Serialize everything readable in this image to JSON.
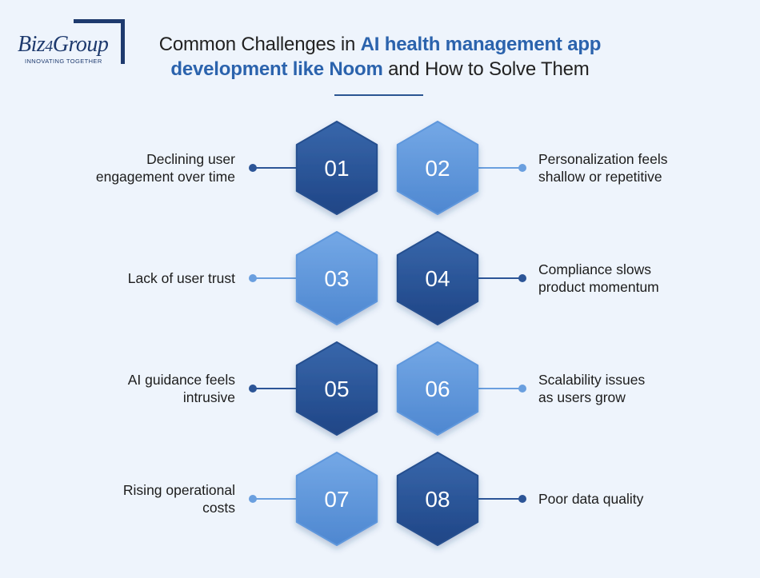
{
  "logo": {
    "word_biz": "Biz",
    "word_4": "4",
    "word_group": "Group",
    "tagline": "INNOVATING TOGETHER"
  },
  "title": {
    "part1": "Common Challenges in ",
    "highlight1": "AI health management app development like Noom",
    "part2": " and How to Solve Them"
  },
  "colors": {
    "dark_blue": "#2c5597",
    "light_blue": "#5f97dc",
    "text": "#1c1c1c",
    "background": "#eef4fc"
  },
  "challenges": [
    {
      "number": "01",
      "line1": "Declining user",
      "line2": "engagement over time",
      "side": "left",
      "tone": "dark"
    },
    {
      "number": "02",
      "line1": "Personalization feels",
      "line2": "shallow or repetitive",
      "side": "right",
      "tone": "light"
    },
    {
      "number": "03",
      "line1": "Lack of user trust",
      "line2": "",
      "side": "left",
      "tone": "light"
    },
    {
      "number": "04",
      "line1": "Compliance slows",
      "line2": "product momentum",
      "side": "right",
      "tone": "dark"
    },
    {
      "number": "05",
      "line1": "AI guidance feels",
      "line2": "intrusive",
      "side": "left",
      "tone": "dark"
    },
    {
      "number": "06",
      "line1": "Scalability issues",
      "line2": "as users grow",
      "side": "right",
      "tone": "light"
    },
    {
      "number": "07",
      "line1": "Rising operational",
      "line2": "costs",
      "side": "left",
      "tone": "light"
    },
    {
      "number": "08",
      "line1": "Poor data quality",
      "line2": "",
      "side": "right",
      "tone": "dark"
    }
  ]
}
